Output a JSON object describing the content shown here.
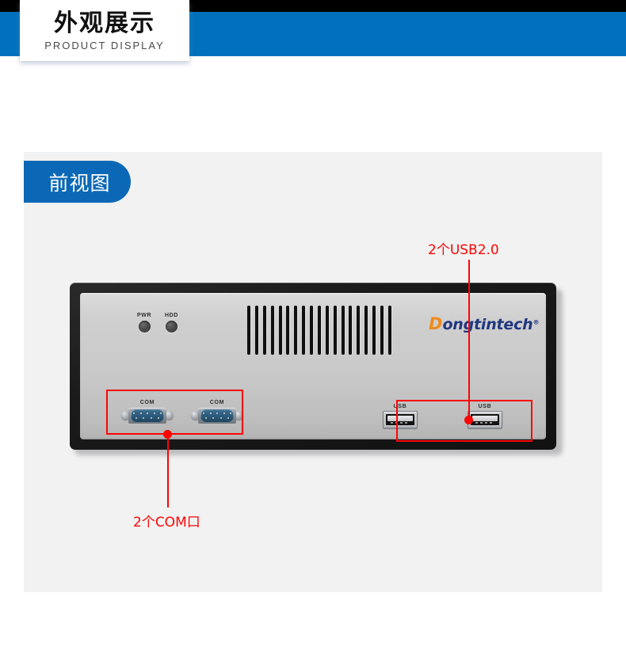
{
  "header": {
    "title_cn": "外观展示",
    "title_en": "PRODUCT DISPLAY",
    "black_strip_color": "#000000",
    "blue_strip_color": "#0071BD"
  },
  "section": {
    "tag_label": "前视图",
    "tag_color": "#0b68b6",
    "panel_background": "#f2f2f2"
  },
  "annotations": {
    "accent_color": "#fb0505",
    "usb": {
      "text": "2个USB2.0"
    },
    "com": {
      "text": "2个COM口"
    }
  },
  "device": {
    "frame_color": "#1a1a1a",
    "panel_color": "#cfcfcf",
    "leds": [
      {
        "label": "PWR"
      },
      {
        "label": "HDD"
      }
    ],
    "vent_slot_count": 19,
    "brand": {
      "initial": "D",
      "rest": "ongtintech",
      "registered": "®",
      "initial_color": "#ef8a1e",
      "rest_color": "#21377f"
    },
    "com_ports": [
      {
        "label": "COM"
      },
      {
        "label": "COM"
      }
    ],
    "usb_ports": [
      {
        "label": "USB"
      },
      {
        "label": "USB"
      }
    ]
  }
}
